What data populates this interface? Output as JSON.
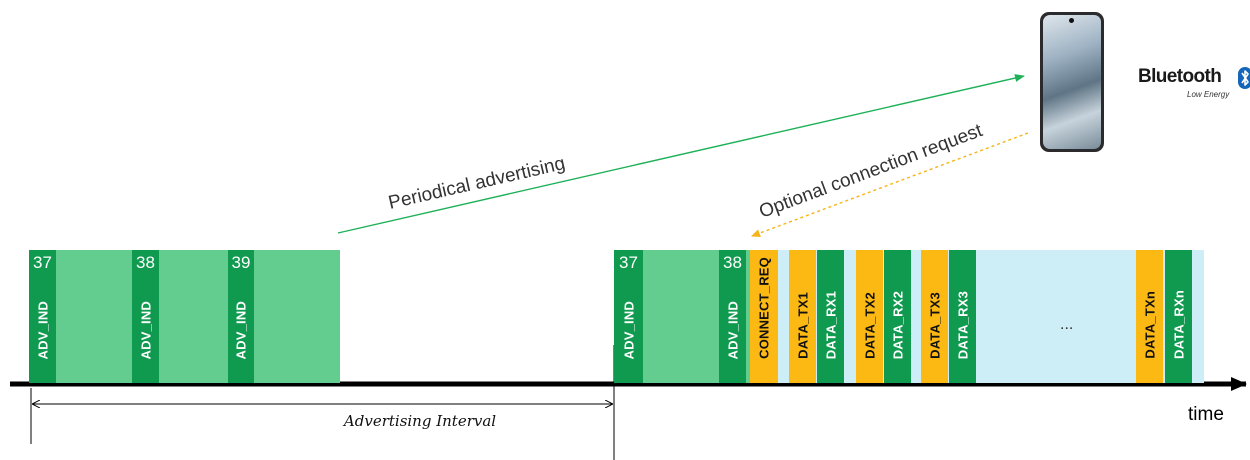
{
  "phone_icon": "smartphone-icon",
  "bluetooth_logo": {
    "word": "Bluetooth",
    "subtitle": "Low Energy",
    "icon": "bluetooth-rune-icon"
  },
  "labels": {
    "periodical": "Periodical advertising",
    "connection": "Optional connection request",
    "interval": "Advertising Interval",
    "time": "time",
    "ellipsis": "..."
  },
  "colors": {
    "adv_bg": "#62cd8e",
    "adv_pdu": "#0f9a4f",
    "conn_req": "#fdb913",
    "data_tx": "#fdb913",
    "data_rx": "#0f9a4f",
    "connection_bg": "#cdeef6",
    "arrow_green": "#1eb158",
    "arrow_orange": "#f5b417",
    "axis": "#000000"
  },
  "events": [
    {
      "name": "advertising-event-1",
      "pdus": [
        {
          "channel": "37",
          "label": "ADV_IND"
        },
        {
          "channel": "38",
          "label": "ADV_IND"
        },
        {
          "channel": "39",
          "label": "ADV_IND"
        }
      ]
    },
    {
      "name": "advertising-event-2",
      "pdus": [
        {
          "channel": "37",
          "label": "ADV_IND"
        },
        {
          "channel": "38",
          "label": "ADV_IND"
        }
      ]
    }
  ],
  "connection_pdus": [
    {
      "label": "CONNECT_REQ",
      "kind": "conn_req"
    },
    {
      "label": "DATA_TX1",
      "kind": "data_tx"
    },
    {
      "label": "DATA_RX1",
      "kind": "data_rx"
    },
    {
      "label": "DATA_TX2",
      "kind": "data_tx"
    },
    {
      "label": "DATA_RX2",
      "kind": "data_rx"
    },
    {
      "label": "DATA_TX3",
      "kind": "data_tx"
    },
    {
      "label": "DATA_RX3",
      "kind": "data_rx"
    },
    {
      "label": "DATA_TXn",
      "kind": "data_tx"
    },
    {
      "label": "DATA_RXn",
      "kind": "data_rx"
    }
  ]
}
